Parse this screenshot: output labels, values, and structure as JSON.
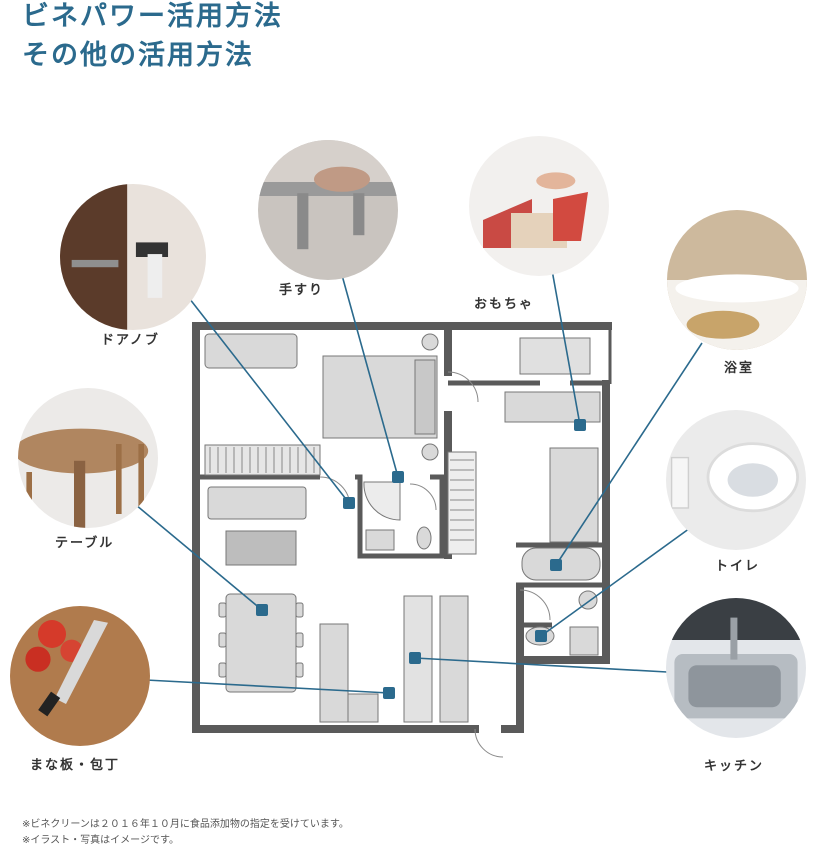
{
  "title": {
    "line1": "ビネパワー活用方法",
    "line2": "その他の活用方法"
  },
  "spots": [
    {
      "id": "door-knob",
      "label": "ドアノブ",
      "icon": "door-knob-photo-icon"
    },
    {
      "id": "handrail",
      "label": "手すり",
      "icon": "handrail-photo-icon"
    },
    {
      "id": "toys",
      "label": "おもちゃ",
      "icon": "toys-photo-icon"
    },
    {
      "id": "bathroom",
      "label": "浴室",
      "icon": "bathtub-photo-icon"
    },
    {
      "id": "table",
      "label": "テーブル",
      "icon": "table-photo-icon"
    },
    {
      "id": "toilet",
      "label": "トイレ",
      "icon": "toilet-photo-icon"
    },
    {
      "id": "cutting-board",
      "label": "まな板・包丁",
      "icon": "cutting-board-photo-icon"
    },
    {
      "id": "kitchen",
      "label": "キッチン",
      "icon": "kitchen-sink-photo-icon"
    }
  ],
  "notes": [
    "※ビネクリーンは２０１６年１０月に食品添加物の指定を受けています。",
    "※イラスト・写真はイメージです。"
  ],
  "colors": {
    "accent": "#2b6a8d",
    "wall": "#5a5a5a",
    "furniture": "#d9d9d9"
  }
}
